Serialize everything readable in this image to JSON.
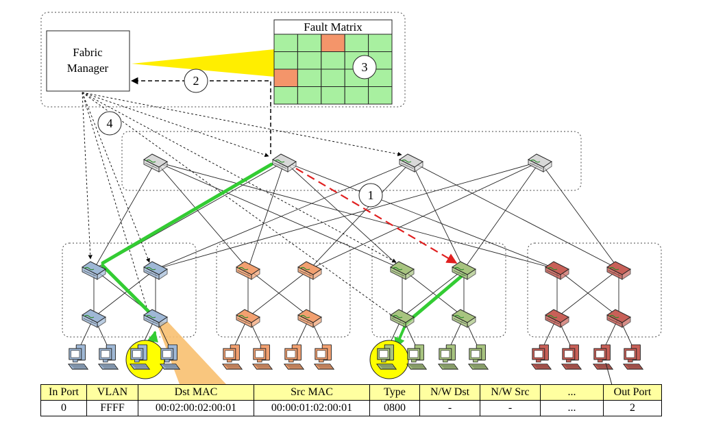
{
  "fabric_manager": {
    "line1": "Fabric",
    "line2": "Manager"
  },
  "fault_matrix": {
    "title": "Fault Matrix",
    "rows": 4,
    "cols": 5,
    "faulty_cells": [
      [
        0,
        2
      ],
      [
        2,
        0
      ]
    ],
    "ok_color": "#a8f0a0",
    "fault_color": "#f4956a"
  },
  "steps": [
    "1",
    "2",
    "3",
    "4"
  ],
  "colors": {
    "core_switch": "#d8d8d8",
    "pod1": "#9fb8d6",
    "pod2": "#f2a070",
    "pod3": "#a8c480",
    "pod4": "#c86058",
    "fault_link": "#e02020",
    "reroute_path": "#33cc33",
    "highlight": "#ffff00",
    "zoom_cone": "#f8c070"
  },
  "flow_table": {
    "headers": [
      "In Port",
      "VLAN",
      "Dst MAC",
      "Src MAC",
      "Type",
      "N/W Dst",
      "N/W Src",
      "...",
      "Out Port"
    ],
    "row": [
      "0",
      "FFFF",
      "00:02:00:02:00:01",
      "00:00:01:02:00:01",
      "0800",
      "-",
      "-",
      "...",
      "2"
    ]
  }
}
